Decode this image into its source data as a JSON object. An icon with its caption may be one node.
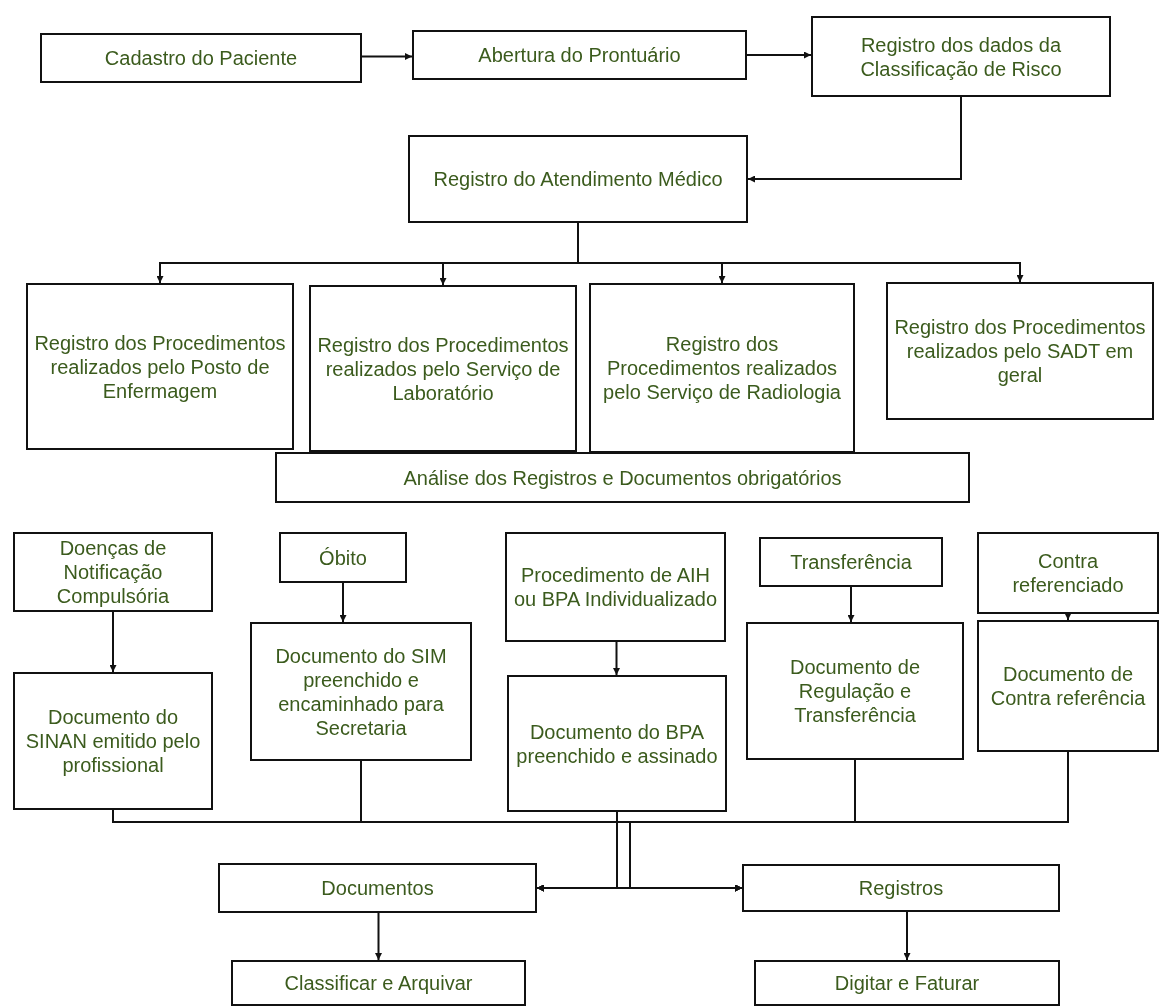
{
  "diagram": {
    "nodes": [
      {
        "text": [
          "Cadastro do Paciente"
        ]
      },
      {
        "text": [
          "Abertura do Prontuário"
        ]
      },
      {
        "text": [
          "Registro dos dados da Classificação de Risco"
        ]
      },
      {
        "text": [
          "Registro do Atendimento Médico"
        ]
      },
      {
        "text": [
          "Registro dos Procedimentos realizados pelo Posto de Enfermagem"
        ]
      },
      {
        "text": [
          "Registro dos Procedimentos realizados pelo Serviço de Laboratório"
        ]
      },
      {
        "text": [
          "Registro dos Procedimentos realizados pelo Serviço de Radiologia"
        ]
      },
      {
        "text": [
          "Registro dos Procedimentos realizados pelo SADT em geral"
        ]
      },
      {
        "text": [
          "Análise dos Registros e Documentos obrigatórios"
        ]
      },
      {
        "text": [
          "Doenças de Notificação Compulsória"
        ]
      },
      {
        "text": [
          "Documento do SINAN emitido pelo profissional"
        ]
      },
      {
        "text": [
          "Óbito"
        ]
      },
      {
        "text": [
          "Documento do SIM preenchido e encaminhado para Secretaria"
        ]
      },
      {
        "text": [
          "Procedimento de AIH ou BPA Individualizado"
        ]
      },
      {
        "text": [
          "Documento do BPA preenchido e assinado"
        ]
      },
      {
        "text": [
          "Transferência"
        ]
      },
      {
        "text": [
          "Documento de Regulação e Transferência"
        ]
      },
      {
        "text": [
          "Contra referenciado"
        ]
      },
      {
        "text": [
          "Documento de Contra referência"
        ]
      },
      {
        "text": [
          "Documentos"
        ]
      },
      {
        "text": [
          "Registros"
        ]
      },
      {
        "text": [
          "Classificar e Arquivar"
        ]
      },
      {
        "text": [
          "Digitar e Faturar"
        ]
      }
    ],
    "edges": [
      {
        "from": 0,
        "to": 1,
        "arrow": "to"
      },
      {
        "from": 1,
        "to": 2,
        "arrow": "to"
      },
      {
        "from": 2,
        "to": 3,
        "arrow": "to"
      },
      {
        "from": 3,
        "to": 4,
        "arrow": "to"
      },
      {
        "from": 3,
        "to": 5,
        "arrow": "to"
      },
      {
        "from": 3,
        "to": 6,
        "arrow": "to"
      },
      {
        "from": 3,
        "to": 7,
        "arrow": "to"
      },
      {
        "from": 9,
        "to": 10,
        "arrow": "to"
      },
      {
        "from": 11,
        "to": 12,
        "arrow": "to"
      },
      {
        "from": 13,
        "to": 14,
        "arrow": "to"
      },
      {
        "from": 15,
        "to": 16,
        "arrow": "to"
      },
      {
        "from": 17,
        "to": 18,
        "arrow": "to"
      },
      {
        "from": 10,
        "to": 19,
        "arrow": "to"
      },
      {
        "from": 10,
        "to": 20,
        "arrow": "to"
      },
      {
        "from": 12,
        "to": 19,
        "arrow": "to"
      },
      {
        "from": 12,
        "to": 20,
        "arrow": "to"
      },
      {
        "from": 14,
        "to": 19,
        "arrow": "to"
      },
      {
        "from": 14,
        "to": 20,
        "arrow": "to"
      },
      {
        "from": 16,
        "to": 19,
        "arrow": "to"
      },
      {
        "from": 16,
        "to": 20,
        "arrow": "to"
      },
      {
        "from": 18,
        "to": 19,
        "arrow": "to"
      },
      {
        "from": 18,
        "to": 20,
        "arrow": "to"
      },
      {
        "from": 19,
        "to": 21,
        "arrow": "to"
      },
      {
        "from": 20,
        "to": 22,
        "arrow": "to"
      }
    ]
  }
}
